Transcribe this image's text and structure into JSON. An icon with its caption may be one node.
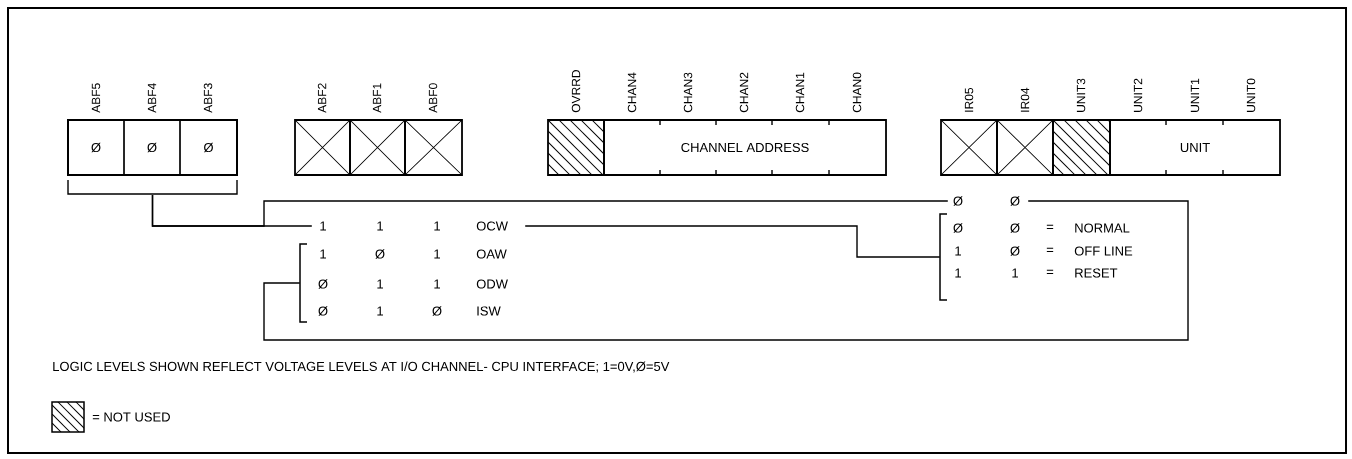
{
  "diagram": {
    "nodes": [
      {
        "text": [],
        "shape": "box"
      },
      {
        "text": [
          "Ø"
        ],
        "in": 0,
        "beside": [
          "ABF5"
        ]
      },
      {
        "text": [
          "Ø"
        ],
        "in": 0,
        "beside": [
          "ABF4"
        ]
      },
      {
        "text": [
          "Ø"
        ],
        "in": 0,
        "beside": [
          "ABF3"
        ]
      },
      {
        "text": [],
        "shape": "box",
        "beside": [
          "ABF2"
        ]
      },
      {
        "text": [],
        "shape": "box",
        "beside": [
          "ABF1"
        ]
      },
      {
        "text": [],
        "shape": "box",
        "beside": [
          "ABF0"
        ]
      },
      {
        "text": [],
        "shape": "box",
        "beside": [
          "OVRRD"
        ]
      },
      {
        "text": [
          "CHANNEL ADDRESS"
        ],
        "beside": [
          "CHAN4",
          "CHAN3",
          "CHAN2",
          "CHAN1",
          "CHAN0"
        ]
      },
      {
        "text": [],
        "shape": "box",
        "beside": [
          "IR05"
        ]
      },
      {
        "text": [],
        "shape": "box",
        "beside": [
          "IR04"
        ]
      },
      {
        "text": [],
        "shape": "box",
        "beside": [
          "UNIT3"
        ]
      },
      {
        "text": [
          "UNIT"
        ],
        "beside": [
          "UNIT2",
          "UNIT1",
          "UNIT0"
        ]
      },
      {
        "text": [
          "1",
          "1",
          "1",
          "OCW"
        ]
      },
      {
        "text": [],
        "shape": "bracket"
      },
      {
        "text": [
          "1",
          "Ø",
          "1",
          "OAW"
        ]
      },
      {
        "text": [
          "Ø",
          "1",
          "1",
          "ODW"
        ]
      },
      {
        "text": [
          "Ø",
          "1",
          "Ø",
          "ISW"
        ]
      },
      {
        "text": [
          "Ø",
          "Ø"
        ]
      },
      {
        "text": [],
        "shape": "bracket"
      },
      {
        "text": [
          "Ø",
          "Ø",
          "=",
          "NORMAL"
        ]
      },
      {
        "text": [
          "1",
          "Ø",
          "=",
          "OFF LINE"
        ]
      },
      {
        "text": [
          "1",
          "1",
          "=",
          "RESET"
        ]
      }
    ],
    "edges": [
      {
        "from": 0,
        "to": 13,
        "arrow": "none"
      },
      {
        "from": 0,
        "to": 18,
        "arrow": "none"
      },
      {
        "from": 13,
        "to": 19,
        "arrow": "none"
      },
      {
        "from": 18,
        "to": 14,
        "arrow": "none"
      }
    ],
    "labels": [
      "LOGIC LEVELS SHOWN REFLECT VOLTAGE LEVELS AT I/O CHANNEL- CPU INTERFACE; 1=0V,Ø=5V"
    ],
    "legend": [
      {
        "text": "= NOT USED"
      }
    ]
  }
}
